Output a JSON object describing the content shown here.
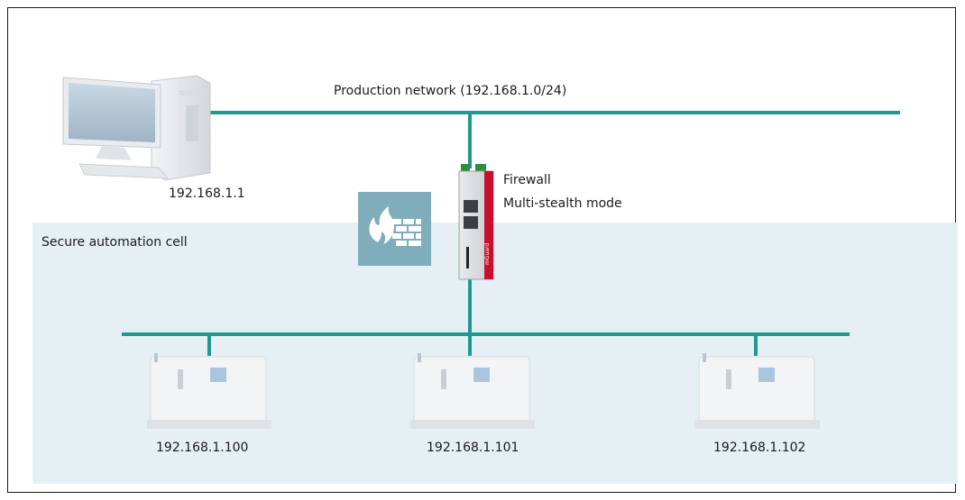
{
  "network": {
    "production_label": "Production network (192.168.1.0/24)",
    "pc_ip": "192.168.1.1",
    "cell_label": "Secure automation cell"
  },
  "firewall": {
    "title": "Firewall",
    "mode": "Multi-stealth mode",
    "brand_text": "mGuard"
  },
  "machines": [
    {
      "ip": "192.168.1.100"
    },
    {
      "ip": "192.168.1.101"
    },
    {
      "ip": "192.168.1.102"
    }
  ],
  "colors": {
    "network_line": "#1e9a90",
    "cell_background": "#e6eff3",
    "firewall_icon_bg": "#7fadbb",
    "device_accent": "#c8102e"
  }
}
